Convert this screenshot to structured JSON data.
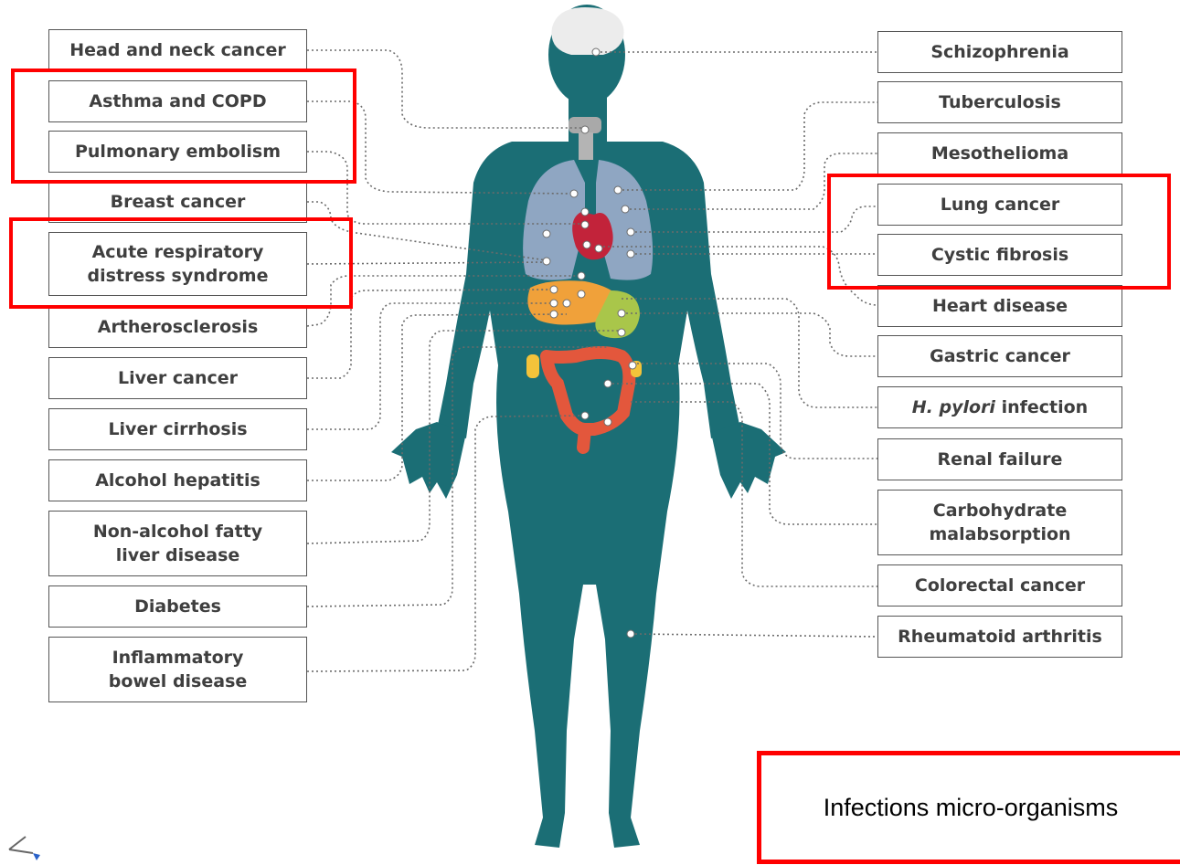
{
  "left_labels": [
    {
      "id": "head-neck",
      "text": "Head and neck cancer"
    },
    {
      "id": "asthma",
      "text": "Asthma and COPD"
    },
    {
      "id": "pulm-emb",
      "text": "Pulmonary embolism"
    },
    {
      "id": "breast",
      "text": "Breast cancer"
    },
    {
      "id": "ards",
      "text": "Acute respiratory\ndistress syndrome"
    },
    {
      "id": "athero",
      "text": "Artherosclerosis"
    },
    {
      "id": "liver-cancer",
      "text": "Liver cancer"
    },
    {
      "id": "cirrhosis",
      "text": "Liver cirrhosis"
    },
    {
      "id": "alc-hep",
      "text": "Alcohol hepatitis"
    },
    {
      "id": "nafld",
      "text": "Non-alcohol fatty\nliver disease"
    },
    {
      "id": "diabetes",
      "text": "Diabetes"
    },
    {
      "id": "ibd",
      "text": "Inflammatory\nbowel disease"
    }
  ],
  "right_labels": [
    {
      "id": "schizo",
      "text": "Schizophrenia"
    },
    {
      "id": "tb",
      "text": "Tuberculosis"
    },
    {
      "id": "meso",
      "text": "Mesothelioma"
    },
    {
      "id": "lung-cancer",
      "text": "Lung cancer"
    },
    {
      "id": "cf",
      "text": "Cystic fibrosis"
    },
    {
      "id": "heart",
      "text": "Heart disease"
    },
    {
      "id": "gastric",
      "text": "Gastric cancer"
    },
    {
      "id": "hpylori",
      "text_italic": "H. pylori",
      "text": " infection"
    },
    {
      "id": "renal",
      "text": "Renal failure"
    },
    {
      "id": "carb",
      "text": "Carbohydrate\nmalabsorption"
    },
    {
      "id": "colorectal",
      "text": "Colorectal cancer"
    },
    {
      "id": "ra",
      "text": "Rheumatoid arthritis"
    }
  ],
  "legend": {
    "text": "Infections micro-organisms"
  },
  "colors": {
    "body": "#1b6e75",
    "brain": "#ececec",
    "lungs": "#8fa6c2",
    "heart": "#c2233a",
    "liver": "#f0a13a",
    "stomach": "#a9c64a",
    "intestine": "#e3573c",
    "highlight": "#ff0000"
  }
}
